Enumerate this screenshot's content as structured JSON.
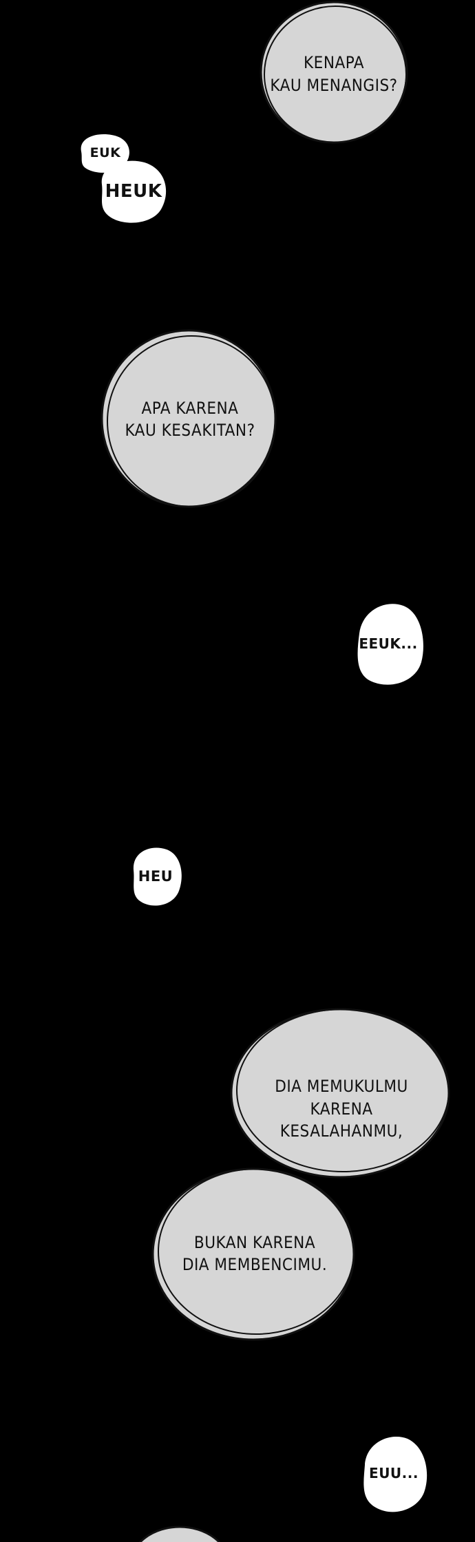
{
  "colors": {
    "background": "#000000",
    "gray_bubble_fill": "#d6d6d6",
    "white_bubble_fill": "#ffffff",
    "outline": "#111111"
  },
  "bubbles": {
    "kenapa": {
      "text": "KENAPA\nKAU MENANGIS?"
    },
    "euk": {
      "text": "EUK"
    },
    "heuk": {
      "text": "HEUK"
    },
    "apa_karena": {
      "text": "APA KARENA\nKAU KESAKITAN?"
    },
    "eeuk": {
      "text": "EEUK..."
    },
    "heu": {
      "text": "HEU"
    },
    "dia_memukulmu": {
      "text": "DIA MEMUKULMU\nKARENA\nKESALAHANMU,"
    },
    "bukan_karena": {
      "text": "BUKAN KARENA\nDIA MEMBENCIMU."
    },
    "euu": {
      "text": "EUU..."
    }
  }
}
